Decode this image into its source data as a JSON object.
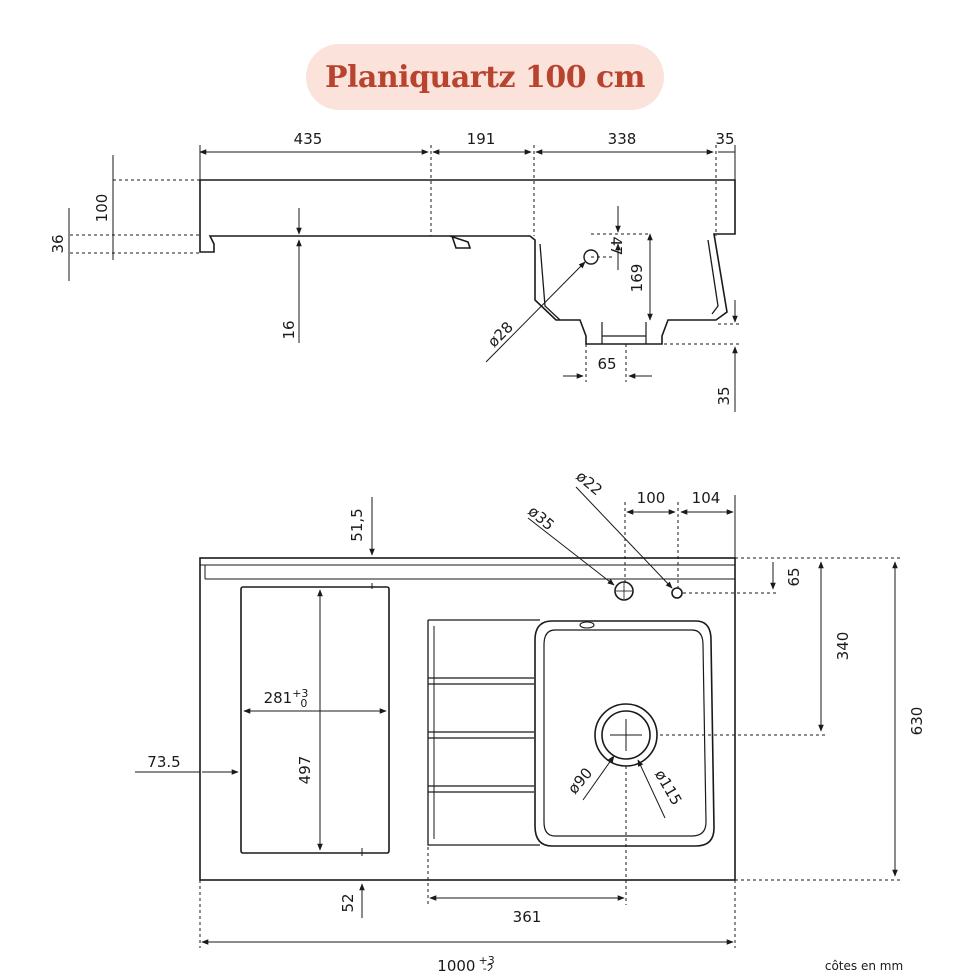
{
  "title": "Planiquartz 100 cm",
  "colors": {
    "title_text": "#b8442f",
    "title_bg": "#fbe3dc",
    "line": "#1a1a1a"
  },
  "side_view": {
    "top_dims": [
      "435",
      "191",
      "338",
      "35"
    ],
    "left_dims": [
      "100",
      "36"
    ],
    "thickness": "16",
    "bowl_offset": "47",
    "bowl_depth": "169",
    "hole_diameter": "ø28",
    "outlet_width": "65",
    "outlet_height": "35"
  },
  "plan_view": {
    "hole_large": "ø35",
    "hole_small": "ø22",
    "hole_spacing": "100",
    "hole_edge": "104",
    "front_offset": "51,5",
    "hole_depth": "65",
    "drain_depth": "340",
    "total_depth": "630",
    "cutout_width": "281",
    "cutout_width_tol": "+3",
    "cutout_width_tol2": "0",
    "cutout_height": "497",
    "left_offset": "73.5",
    "back_offset": "52",
    "drainer_width": "361",
    "drain_inner": "ø90",
    "drain_outer": "ø115",
    "total_width": "1000",
    "total_width_tol": "+3",
    "total_width_tol2": "-2"
  },
  "units_note": "côtes en mm"
}
